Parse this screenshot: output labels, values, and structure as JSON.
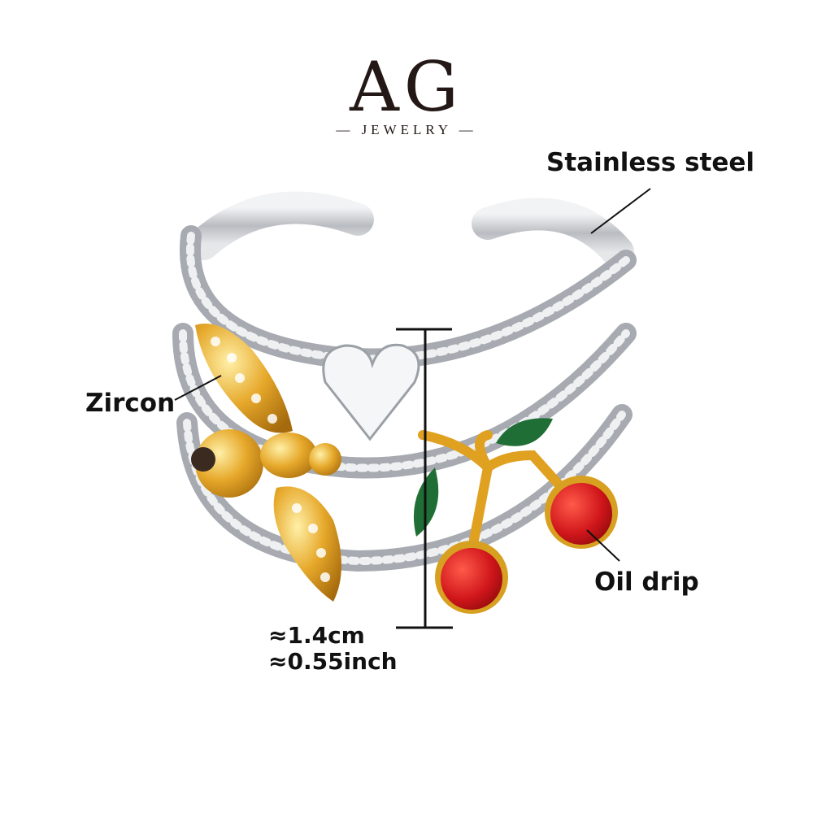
{
  "brand": {
    "logo": "AG",
    "subtitle": "— JEWELRY —"
  },
  "labels": {
    "material": "Stainless steel",
    "stone": "Zircon",
    "enamel": "Oil drip"
  },
  "measurement": {
    "cm": "≈1.4cm",
    "inch": "≈0.55inch"
  },
  "colors": {
    "silver": "#c9ccd0",
    "gold": "#e0a020",
    "cherry": "#d0161b",
    "leaf": "#1f7a3a"
  }
}
